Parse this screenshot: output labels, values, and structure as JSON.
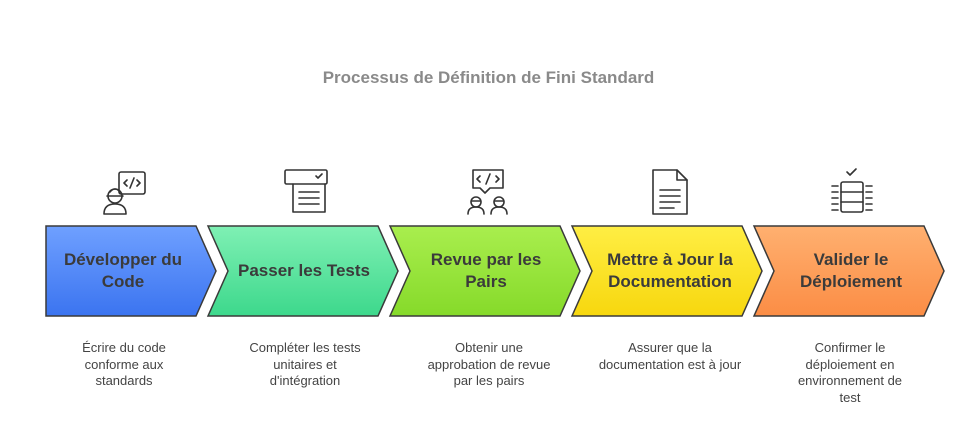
{
  "title": "Processus de Définition de Fini Standard",
  "steps": [
    {
      "label": "Développer du Code",
      "description": "Écrire du code conforme aux standards",
      "icon": "developer-code-icon",
      "color_top": "#6fa0ff",
      "color_bottom": "#3b74f0"
    },
    {
      "label": "Passer les Tests",
      "description": "Compléter les tests unitaires et d'intégration",
      "icon": "test-checklist-icon",
      "color_top": "#7ff0b4",
      "color_bottom": "#3dd88c"
    },
    {
      "label": "Revue par les Pairs",
      "description": "Obtenir une approbation de revue par les pairs",
      "icon": "peer-review-icon",
      "color_top": "#a9ee4e",
      "color_bottom": "#86da2a"
    },
    {
      "label": "Mettre à Jour la Documentation",
      "description": "Assurer que la documentation est à jour",
      "icon": "document-icon",
      "color_top": "#ffee44",
      "color_bottom": "#f7d70e"
    },
    {
      "label": "Valider le Déploiement",
      "description": "Confirmer le déploiement en environnement de test",
      "icon": "deployment-server-icon",
      "color_top": "#ffb070",
      "color_bottom": "#fb8d45"
    }
  ]
}
